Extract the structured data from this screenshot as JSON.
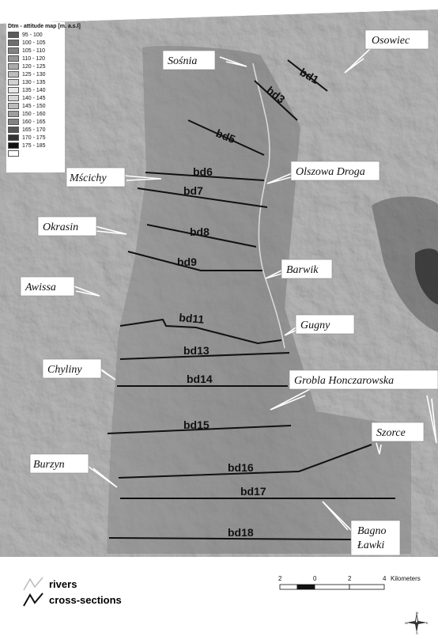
{
  "legend": {
    "title": "Dtm - attitude map [m. a.s.l]",
    "classes": [
      {
        "label": "95 - 100",
        "color": "#5a5a5a"
      },
      {
        "label": "100 - 105",
        "color": "#6e6e6e"
      },
      {
        "label": "105 - 110",
        "color": "#828282"
      },
      {
        "label": "110 - 120",
        "color": "#969696"
      },
      {
        "label": "120 - 125",
        "color": "#aaaaaa"
      },
      {
        "label": "125 - 130",
        "color": "#bebebe"
      },
      {
        "label": "130 - 135",
        "color": "#d2d2d2"
      },
      {
        "label": "135 - 140",
        "color": "#e6e6e6"
      },
      {
        "label": "140 - 145",
        "color": "#d6d6d6"
      },
      {
        "label": "145 - 150",
        "color": "#bababa"
      },
      {
        "label": "150 - 160",
        "color": "#9e9e9e"
      },
      {
        "label": "160 - 165",
        "color": "#828282"
      },
      {
        "label": "165 - 170",
        "color": "#555555"
      },
      {
        "label": "170 - 175",
        "color": "#333333"
      },
      {
        "label": "175 - 185",
        "color": "#111111"
      },
      {
        "label": "",
        "color": "#ffffff"
      }
    ]
  },
  "places": [
    "Osowiec",
    "Sośnia",
    "Mścichy",
    "Olszowa Droga",
    "Okrasin",
    "Barwik",
    "Awissa",
    "Gugny",
    "Chyliny",
    "Grobla Honczarowska",
    "Szorce",
    "Burzyn",
    "Bagno Ławki"
  ],
  "sections": [
    "bd1",
    "bd3",
    "bd5",
    "bd6",
    "bd7",
    "bd8",
    "bd9",
    "bd11",
    "bd13",
    "bd14",
    "bd15",
    "bd16",
    "bd17",
    "bd18"
  ],
  "bottom_legend": {
    "rivers": "rivers",
    "cross_sections": "cross-sections"
  },
  "scale": {
    "ticks": [
      "2",
      "0",
      "2",
      "4"
    ],
    "unit": "Kilometers"
  },
  "compass": {
    "n": "N",
    "s": "S",
    "e": "E",
    "w": "W"
  }
}
